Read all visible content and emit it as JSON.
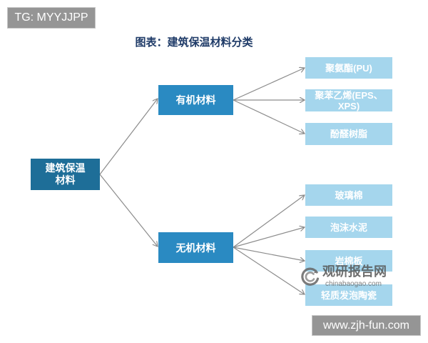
{
  "header": {
    "badge": "TG: MYYJJPP",
    "title": "图表：建筑保温材料分类"
  },
  "diagram": {
    "root": {
      "lines": [
        "建筑保温",
        "材料"
      ]
    },
    "branches": [
      {
        "label": "有机材料",
        "children": [
          {
            "lines": [
              "聚氨酯(PU)"
            ]
          },
          {
            "lines": [
              "聚苯乙烯(EPS、",
              "XPS)"
            ]
          },
          {
            "lines": [
              "酚醛树脂"
            ]
          }
        ]
      },
      {
        "label": "无机材料",
        "children": [
          {
            "lines": [
              "玻璃棉"
            ]
          },
          {
            "lines": [
              "泡沫水泥"
            ]
          },
          {
            "lines": [
              "岩棉板"
            ]
          },
          {
            "lines": [
              "轻质发泡陶瓷"
            ]
          }
        ]
      }
    ]
  },
  "watermark": {
    "icon": "swirl-logo-icon",
    "brand": "观研报告网",
    "domain": "chinabaogao.com"
  },
  "footer": {
    "badge": "www.zjh-fun.com"
  },
  "colors": {
    "title": "#1f3b68",
    "root": "#1e6e98",
    "branch": "#2a8ac2",
    "leaf": "#a5d6ed",
    "arrow": "#8c8c8c",
    "badge": "#959595",
    "watermark": "#555555"
  }
}
